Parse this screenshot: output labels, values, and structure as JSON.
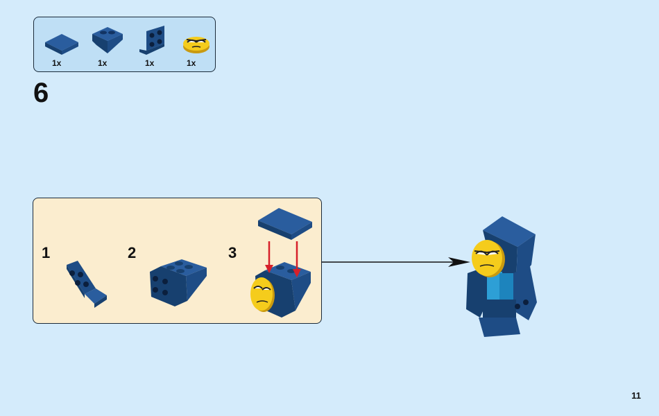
{
  "parts_list": [
    {
      "name": "plate-2x2",
      "qty": "1x"
    },
    {
      "name": "inverted-slope-brick",
      "qty": "1x"
    },
    {
      "name": "angle-bracket",
      "qty": "1x"
    },
    {
      "name": "printed-round-tile-face",
      "qty": "1x"
    }
  ],
  "step": {
    "number": "6"
  },
  "substeps": [
    {
      "number": "1"
    },
    {
      "number": "2"
    },
    {
      "number": "3"
    }
  ],
  "page": {
    "number": "11"
  },
  "colors": {
    "background": "#d4ebfb",
    "parts_box": "#bfdff5",
    "substep_box": "#fbedcf",
    "brick_blue": "#1f4f8e",
    "brick_dark": "#123463",
    "face_yellow": "#f5cc1c",
    "arrow_red": "#d6202a"
  }
}
